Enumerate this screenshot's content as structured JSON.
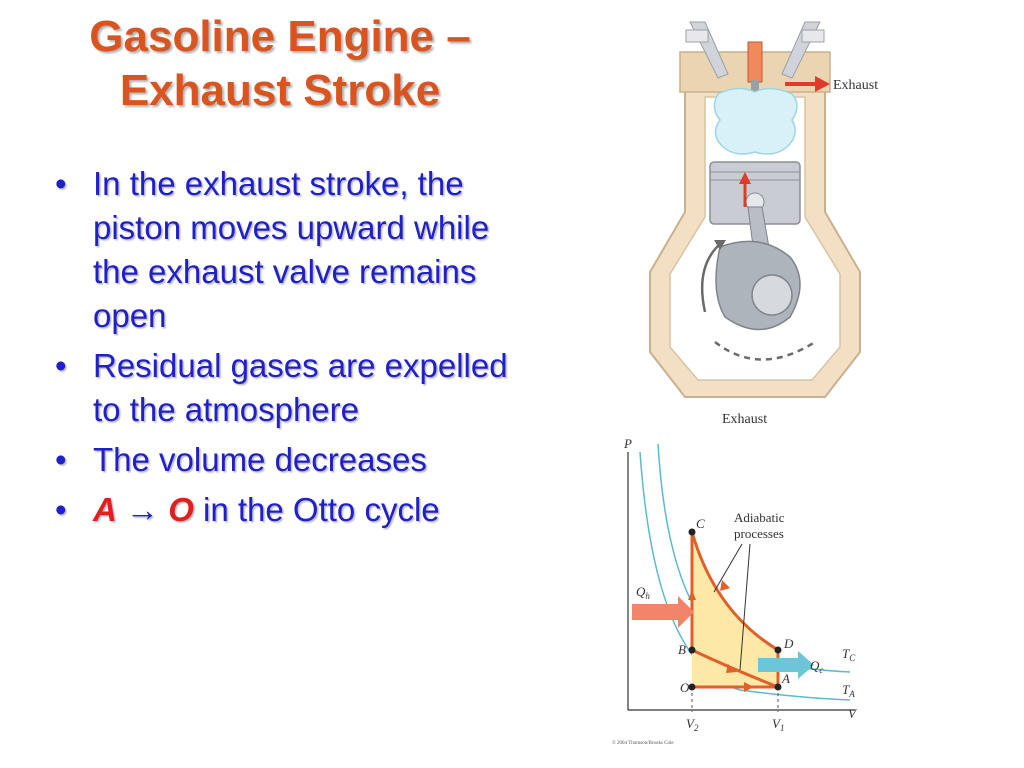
{
  "slide": {
    "title_line1": "Gasoline Engine –",
    "title_line2": "Exhaust Stroke"
  },
  "bullets": [
    {
      "text": "In the exhaust stroke, the piston moves upward while the exhaust valve remains open"
    },
    {
      "text": "Residual gases are expelled to the atmosphere"
    },
    {
      "text": "The volume decreases"
    },
    {
      "a": "A",
      "arrow": "→",
      "o": "O",
      "rest": " in the Otto cycle"
    }
  ],
  "engine_figure": {
    "exhaust_arrow_label": "Exhaust",
    "caption": "Exhaust"
  },
  "pv_diagram": {
    "axis_p": "P",
    "axis_v": "V",
    "annotation_line1": "Adiabatic",
    "annotation_line2": "processes",
    "point_c": "C",
    "point_b": "B",
    "point_d": "D",
    "point_o": "O",
    "point_a": "A",
    "qh_main": "Q",
    "qh_sub": "h",
    "qc_main": "Q",
    "qc_sub": "c",
    "tc_main": "T",
    "tc_sub": "C",
    "ta_main": "T",
    "ta_sub": "A",
    "v2_main": "V",
    "v2_sub": "2",
    "v1_main": "V",
    "v1_sub": "1",
    "copyright": "© 2004 Thomson/Brooks Cole"
  },
  "colors": {
    "title": "#d9541e",
    "bullet_text": "#2020c8",
    "emphasis": "#e0201b",
    "engine_wall": "#f3e0c4",
    "cycle_path": "#e0602a",
    "isotherm": "#5bbad0"
  }
}
